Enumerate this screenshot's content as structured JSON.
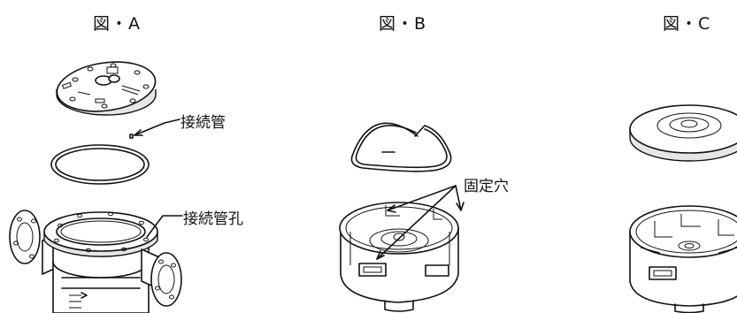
{
  "figures": [
    {
      "title": "図・A"
    },
    {
      "title": "図・B"
    },
    {
      "title": "図・C"
    }
  ],
  "labels": {
    "connection_pipe": "接続管",
    "connection_pipe_hole": "接続管孔",
    "fixing_holes": "固定穴"
  }
}
